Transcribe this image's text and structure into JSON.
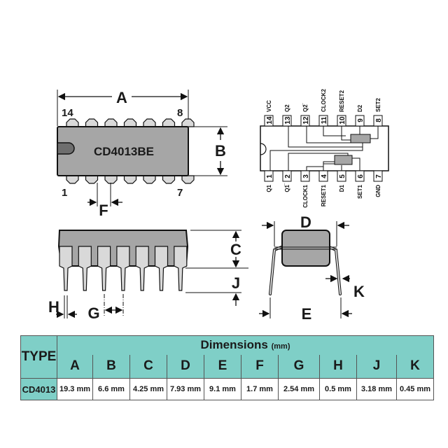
{
  "top_view": {
    "chip_label": "CD4013BE",
    "pin_top_left": "14",
    "pin_top_right": "8",
    "pin_bottom_left": "1",
    "pin_bottom_right": "7",
    "dim_a": "A",
    "dim_b": "B",
    "dim_f": "F"
  },
  "side_view": {
    "dim_c": "C",
    "dim_j": "J",
    "dim_h": "H",
    "dim_g": "G"
  },
  "end_view": {
    "dim_d": "D",
    "dim_e": "E",
    "dim_k": "K"
  },
  "schematic": {
    "top_pins": [
      {
        "num": "14",
        "label": "VCC"
      },
      {
        "num": "13",
        "label": "Q2"
      },
      {
        "num": "12",
        "label": "Q2̅"
      },
      {
        "num": "11",
        "label": "CLOCK2"
      },
      {
        "num": "10",
        "label": "RESET2"
      },
      {
        "num": "9",
        "label": "D2"
      },
      {
        "num": "8",
        "label": "SET2"
      }
    ],
    "bottom_pins": [
      {
        "num": "1",
        "label": "Q1"
      },
      {
        "num": "2",
        "label": "Q1̅"
      },
      {
        "num": "3",
        "label": "CLOCK1"
      },
      {
        "num": "4",
        "label": "RESET1"
      },
      {
        "num": "5",
        "label": "D1"
      },
      {
        "num": "6",
        "label": "SET1"
      },
      {
        "num": "7",
        "label": "GND"
      }
    ]
  },
  "table": {
    "type_header": "TYPE",
    "dimensions_header": "Dimensions",
    "unit": "(mm)",
    "columns": [
      "A",
      "B",
      "C",
      "D",
      "E",
      "F",
      "G",
      "H",
      "J",
      "K"
    ],
    "rows": [
      {
        "type": "CD4013",
        "values": [
          "19.3 mm",
          "6.6 mm",
          "4.25 mm",
          "7.93 mm",
          "9.1 mm",
          "1.7 mm",
          "2.54 mm",
          "0.5 mm",
          "3.18 mm",
          "0.45 mm"
        ]
      }
    ]
  },
  "colors": {
    "header_teal": "#7fcfc7",
    "chip_gray": "#a6a6a6",
    "pin_light": "#d9d9d9"
  }
}
